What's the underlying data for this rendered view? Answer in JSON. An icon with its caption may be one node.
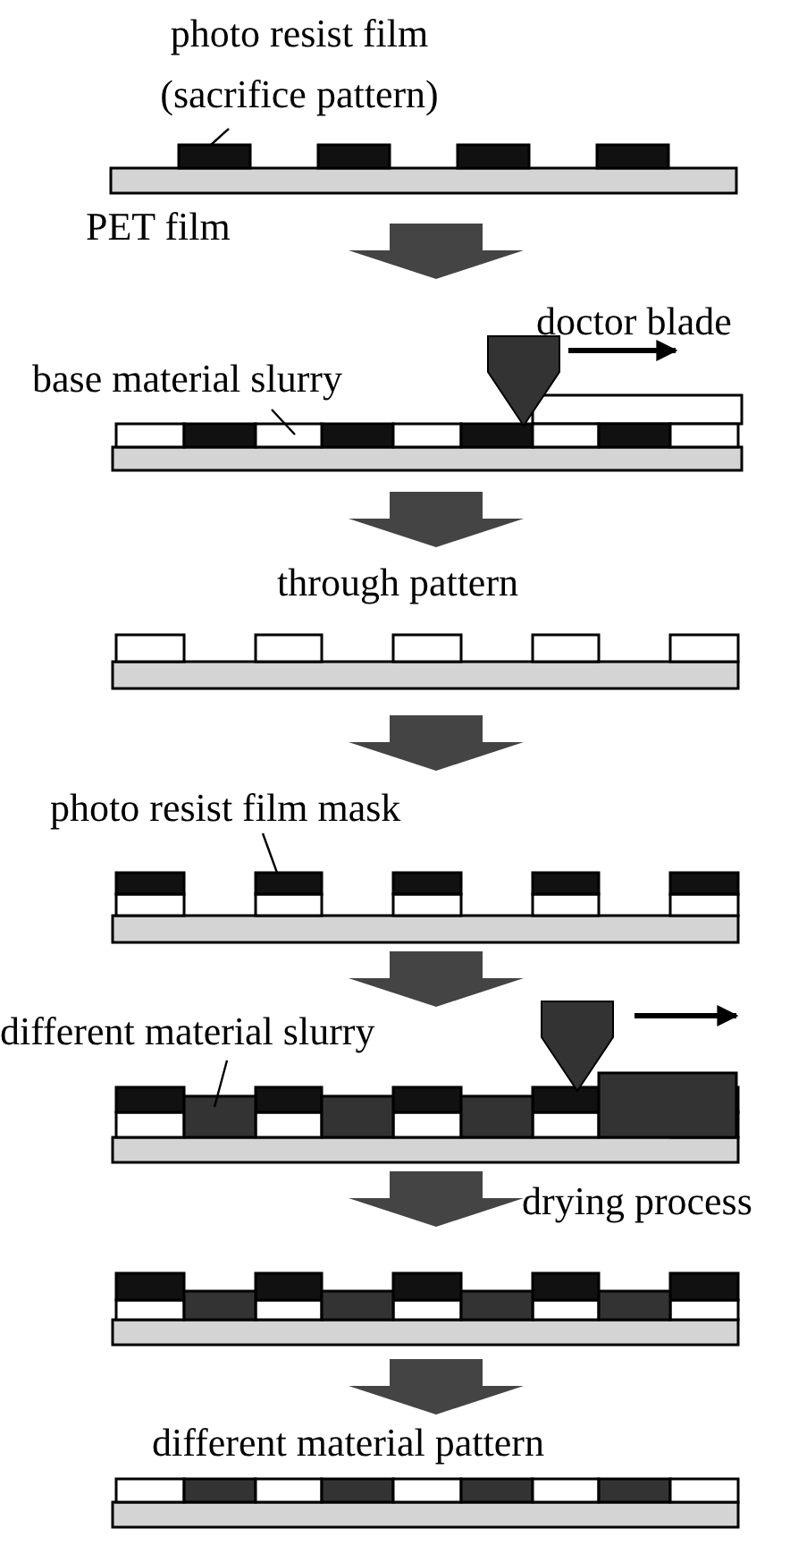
{
  "diagram": {
    "nodes": [
      {
        "text": [
          "photo resist film (sacrifice pattern)"
        ]
      },
      {
        "text": [],
        "shape": "box"
      },
      {
        "text": [
          "base material slurry"
        ]
      },
      {
        "text": [],
        "shape": "box"
      },
      {
        "text": [
          "photo resist film mask"
        ]
      },
      {
        "text": [],
        "shape": "box"
      },
      {
        "text": [
          "different material slurry"
        ]
      },
      {
        "text": [],
        "shape": "box"
      }
    ],
    "edges": [
      {
        "from": 0,
        "to": 1,
        "arrow": "none"
      },
      {
        "from": 2,
        "to": 3,
        "arrow": "none"
      },
      {
        "from": 4,
        "to": 5,
        "arrow": "none"
      },
      {
        "from": 6,
        "to": 7,
        "arrow": "none"
      }
    ],
    "labels": [
      "PET film",
      "doctor blade",
      "through pattern",
      "drying process",
      "different material pattern"
    ]
  }
}
